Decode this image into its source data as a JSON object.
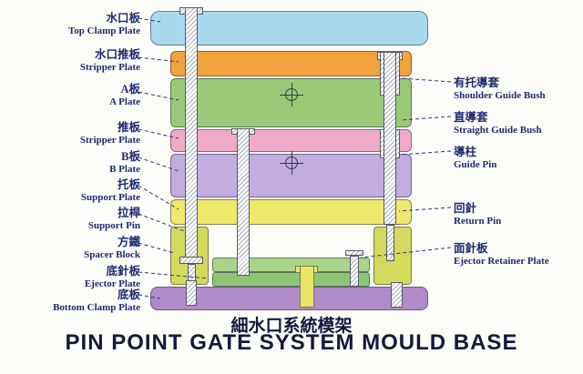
{
  "page": {
    "title_cn": "細水口系統模架",
    "title_en": "PIN POINT GATE SYSTEM MOULD BASE"
  },
  "left_labels": [
    {
      "cn": "水口板",
      "en": "Top Clamp Plate"
    },
    {
      "cn": "水口推板",
      "en": "Stripper Plate"
    },
    {
      "cn": "A板",
      "en": "A Plate"
    },
    {
      "cn": "推板",
      "en": "Stripper Plate"
    },
    {
      "cn": "B板",
      "en": "B Plate"
    },
    {
      "cn": "托板",
      "en": "Support Plate"
    },
    {
      "cn": "拉桿",
      "en": "Support Pin"
    },
    {
      "cn": "方鐵",
      "en": "Spacer Block"
    },
    {
      "cn": "底針板",
      "en": "Ejector Plate"
    },
    {
      "cn": "底板",
      "en": "Bottom Clamp Plate"
    }
  ],
  "right_labels": [
    {
      "cn": "有托導套",
      "en": "Shoulder Guide Bush"
    },
    {
      "cn": "直導套",
      "en": "Straight Guide Bush"
    },
    {
      "cn": "導柱",
      "en": "Guide Pin"
    },
    {
      "cn": "回針",
      "en": "Return Pin"
    },
    {
      "cn": "面針板",
      "en": "Ejector Retainer Plate"
    }
  ],
  "colors": {
    "top_clamp_plate": "#a9d9ee",
    "stripper_plate_upper": "#f2a33d",
    "a_plate": "#9cc977",
    "stripper_plate_lower": "#efa9c9",
    "b_plate": "#c3acdf",
    "support_plate": "#efe96d",
    "spacer_block": "#d3da5b",
    "ejector_retainer_plate": "#aad389",
    "ejector_plate": "#8fc473",
    "bottom_clamp_plate": "#b18bc9",
    "ejector_rod": "#e9e564",
    "label_text": "#1f2a72",
    "title_text": "#14183c",
    "leader_line": "#2a3480"
  }
}
